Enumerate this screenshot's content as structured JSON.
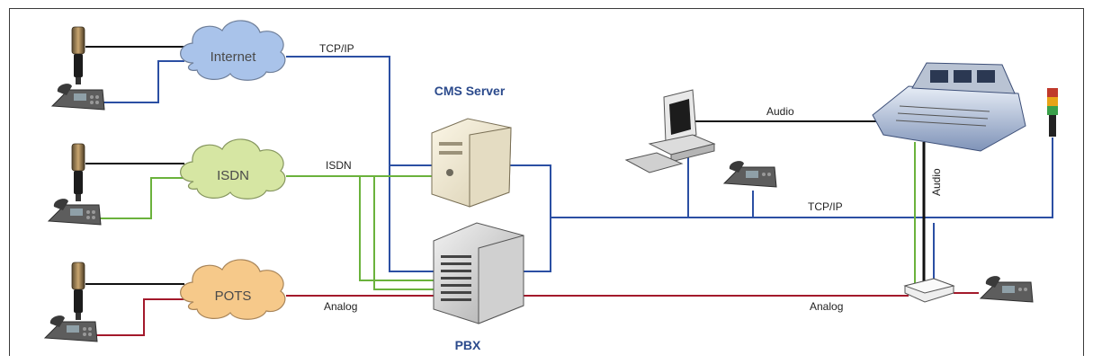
{
  "clouds": {
    "internet": "Internet",
    "isdn": "ISDN",
    "pots": "POTS"
  },
  "titles": {
    "cms_server": "CMS Server",
    "pbx": "PBX"
  },
  "link_labels": {
    "tcpip_top": "TCP/IP",
    "isdn": "ISDN",
    "analog_left": "Analog",
    "analog_right": "Analog",
    "audio_horizontal": "Audio",
    "audio_vertical": "Audio",
    "tcpip_right": "TCP/IP"
  },
  "colors": {
    "tcpip_line": "#2b4fa3",
    "isdn_line": "#6ab23c",
    "analog_line": "#a3192b",
    "audio_line": "#111111",
    "internet_cloud": "#a9c3ea",
    "isdn_cloud": "#d6e6a3",
    "pots_cloud": "#f6c98a"
  }
}
